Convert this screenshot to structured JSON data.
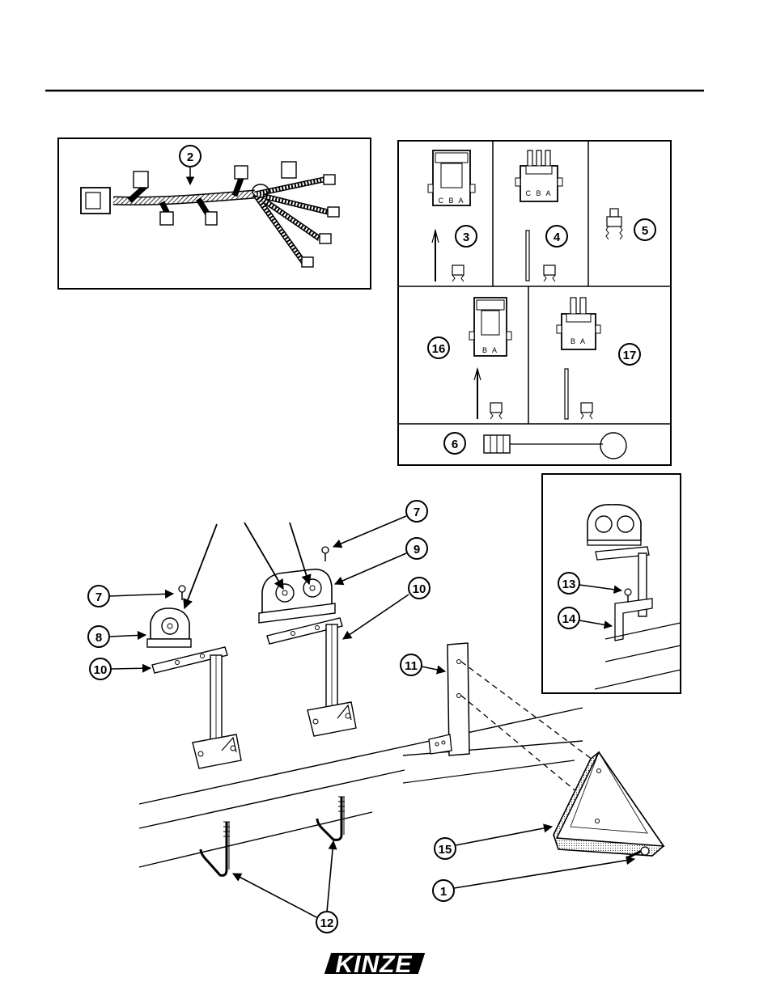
{
  "colors": {
    "ink": "#000000",
    "paper": "#ffffff",
    "hatch": "#444444"
  },
  "connector_letters": {
    "three_pin": "C B A",
    "two_pin": "B A"
  },
  "callouts": {
    "harness": "2",
    "connector_3pin_shroud": "3",
    "connector_3pin_tower": "4",
    "plug": "5",
    "sensor_lead": "6",
    "bolt_left": "7",
    "bolt_right": "7",
    "single_lamp": "8",
    "double_lamp": "9",
    "bracket_left": "10",
    "bracket_right": "10",
    "smv_mount": "11",
    "u_bolts": "12",
    "bolt_inset": "13",
    "bracket_inset": "14",
    "smv_emblem": "15",
    "bolt_emblem": "1",
    "connector_2pin_shroud": "16",
    "connector_2pin_tower": "17"
  },
  "logo": {
    "brand": "KINZE"
  }
}
